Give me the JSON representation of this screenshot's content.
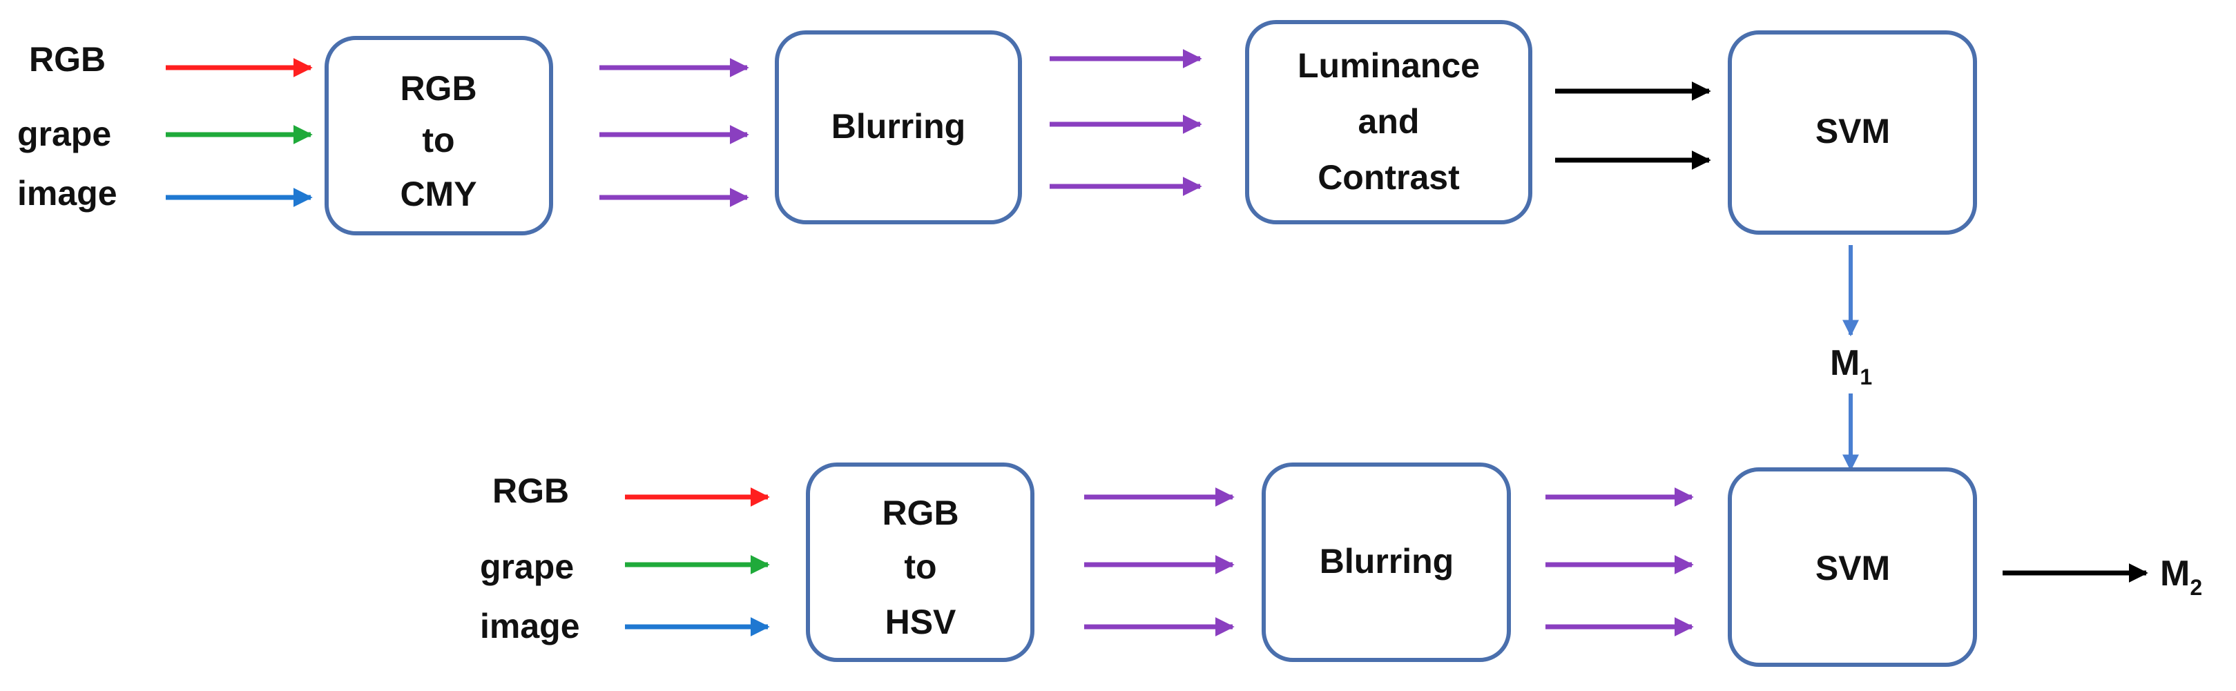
{
  "colors": {
    "red": "#ff1f1f",
    "green": "#1faa3a",
    "blue": "#1f78d1",
    "purple": "#8a3fc0",
    "black": "#000000",
    "link_blue": "#4a7fd1",
    "box_border": "#4a6fad"
  },
  "top_row": {
    "input_label": [
      "RGB",
      "grape",
      "image"
    ],
    "box_convert": [
      "RGB",
      "to",
      "CMY"
    ],
    "box_blur": "Blurring",
    "box_lumcon": [
      "Luminance",
      "and",
      "Contrast"
    ],
    "box_svm": "SVM"
  },
  "link": {
    "label_main": "M",
    "label_sub": "1"
  },
  "bottom_row": {
    "input_label": [
      "RGB",
      "grape",
      "image"
    ],
    "box_convert": [
      "RGB",
      "to",
      "HSV"
    ],
    "box_blur": "Blurring",
    "box_svm": "SVM",
    "output_main": "M",
    "output_sub": "2"
  }
}
